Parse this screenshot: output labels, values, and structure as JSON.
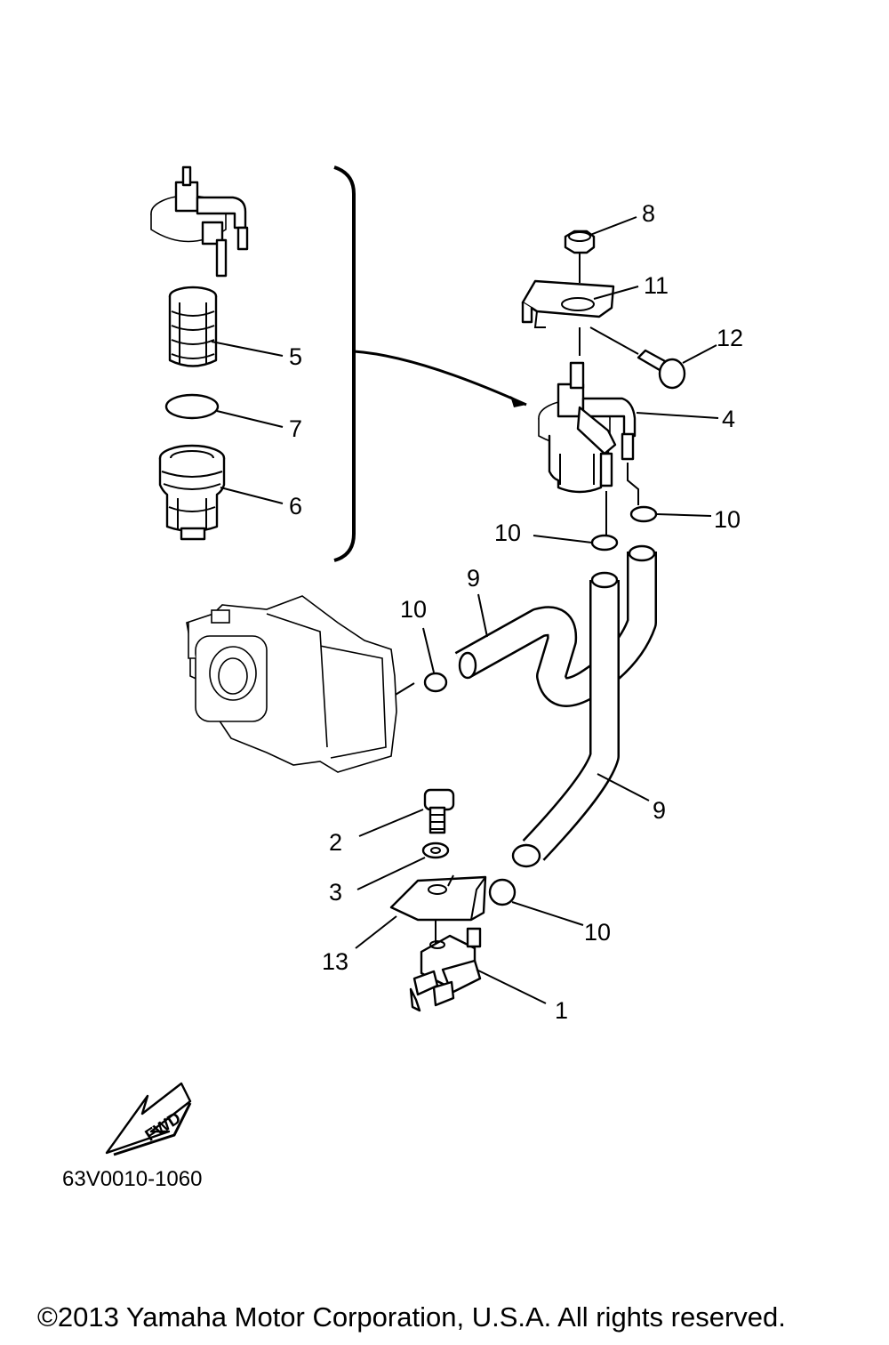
{
  "diagram": {
    "callouts": {
      "c1": "1",
      "c2": "2",
      "c3": "3",
      "c4": "4",
      "c5": "5",
      "c6": "6",
      "c7": "7",
      "c8": "8",
      "c9a": "9",
      "c9b": "9",
      "c10a": "10",
      "c10b": "10",
      "c10c": "10",
      "c10d": "10",
      "c11": "11",
      "c12": "12",
      "c13": "13"
    },
    "direction_label": "FWD",
    "diagram_code": "63V0010-1060"
  },
  "footer": {
    "copyright": "©2013 Yamaha Motor Corporation, U.S.A. All rights reserved."
  }
}
